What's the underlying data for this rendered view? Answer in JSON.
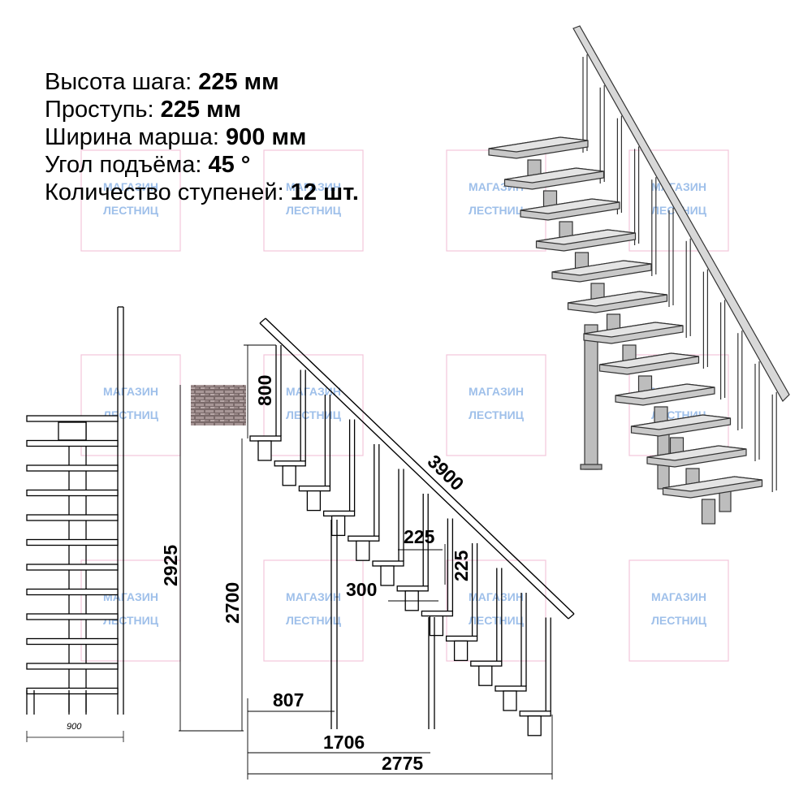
{
  "specs": [
    {
      "label": "Высота шага: ",
      "value": "225 мм"
    },
    {
      "label": "Проступь: ",
      "value": "225 мм"
    },
    {
      "label": "Ширина марша: ",
      "value": "900 мм"
    },
    {
      "label": "Угол подъёма: ",
      "value": "45 °"
    },
    {
      "label": "Количество ступеней: ",
      "value": "12 шт."
    }
  ],
  "dimensions": {
    "railing_height": "800",
    "railing_length": "3900",
    "total_height": "2925",
    "floor_height": "2700",
    "tread_depth": "225",
    "step_height": "225",
    "tread_width": "300",
    "support_offset": "807",
    "mid_length": "1706",
    "total_length": "2775",
    "front_width": "900"
  },
  "watermark": {
    "line1": "МАГАЗИН",
    "line2": "ЛЕСТНИЦ"
  },
  "colors": {
    "line": "#000000",
    "watermark_text": "#9fc0ea",
    "watermark_border": "#f2c6da",
    "tread": "#c9c9c9"
  }
}
